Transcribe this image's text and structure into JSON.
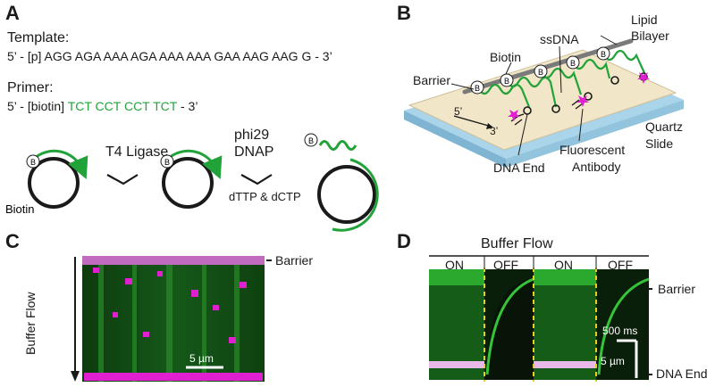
{
  "panelA": {
    "letter": "A",
    "template_title": "Template:",
    "template_seq": "5’ - [p] AGG AGA AAA AGA AAA AAA GAA AAG AAG G - 3’",
    "primer_title": "Primer:",
    "primer_prefix": "5’ - [biotin] ",
    "primer_seq": "TCT CCT CCT TCT",
    "primer_suffix": "  - 3’",
    "ligase": "T4 Ligase",
    "dnap_line1": "phi29",
    "dnap_line2": "DNAP",
    "nucleotides": "dTTP & dCTP",
    "biotin": "Biotin",
    "biotin_symbol": "B"
  },
  "panelB": {
    "letter": "B",
    "barrier": "Barrier",
    "biotin": "Biotin",
    "ssdna": "ssDNA",
    "lipid_line1": "Lipid",
    "lipid_line2": "Bilayer",
    "five_prime": "5’",
    "three_prime": "3’",
    "dna_end": "DNA End",
    "fluor_line1": "Fluorescent",
    "fluor_line2": "Antibody",
    "quartz_line1": "Quartz",
    "quartz_line2": "Slide",
    "biotin_symbol": "B"
  },
  "panelC": {
    "letter": "C",
    "buffer_flow": "Buffer Flow",
    "barrier": "Barrier",
    "scale": "5 µm"
  },
  "panelD": {
    "letter": "D",
    "buffer_flow": "Buffer Flow",
    "states": [
      "ON",
      "OFF",
      "ON",
      "OFF"
    ],
    "barrier": "Barrier",
    "dna_end": "DNA End",
    "time_scale": "500 ms",
    "length_scale": "5 µm"
  },
  "colors": {
    "green": "#22a33a",
    "magenta": "#e020d0",
    "dashed": "#e8d020",
    "quartz": "#a9d4ea",
    "bilayer": "#f1e6c8"
  }
}
